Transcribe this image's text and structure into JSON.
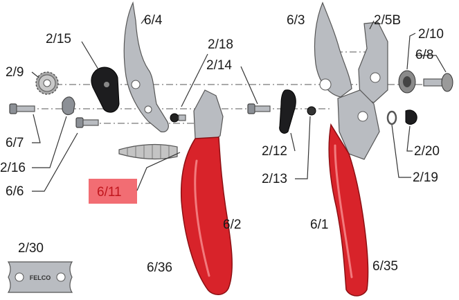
{
  "labels": {
    "p6_4": "6/4",
    "p6_3": "6/3",
    "p2_5B": "2/5B",
    "p2_10": "2/10",
    "p6_8": "6/8",
    "p2_15": "2/15",
    "p2_18": "2/18",
    "p2_9": "2/9",
    "p2_14": "2/14",
    "p6_7": "6/7",
    "p2_16": "2/16",
    "p6_6": "6/6",
    "p2_12": "2/12",
    "p2_13": "2/13",
    "p2_20": "2/20",
    "p2_19": "2/19",
    "p6_11": "6/11",
    "p6_2": "6/2",
    "p6_1": "6/1",
    "p2_30": "2/30",
    "p6_36": "6/36",
    "p6_35": "6/35"
  },
  "tool_imprint": "FELCO",
  "colors": {
    "handle_red": "#d8232a",
    "highlight": "#f26d73",
    "metal": "#b9bcc1"
  }
}
